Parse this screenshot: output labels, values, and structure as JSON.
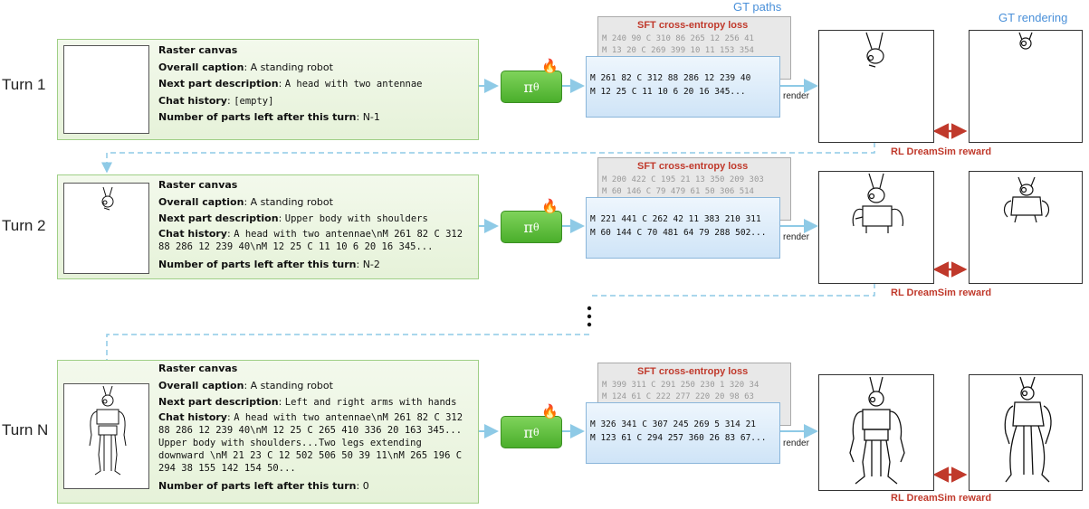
{
  "headers": {
    "gt_paths": "GT paths",
    "gt_rendering": "GT rendering"
  },
  "labels": {
    "raster_canvas": "Raster canvas",
    "overall_caption": "Overall caption",
    "next_part": "Next part description",
    "chat_history": "Chat history",
    "parts_left": "Number of parts left after this turn",
    "sft_loss": "SFT cross-entropy loss",
    "render": "render",
    "rl_reward": "RL DreamSim reward",
    "policy": "π",
    "policy_sub": "θ",
    "fire_icon": "🔥"
  },
  "turns": [
    {
      "label": "Turn 1",
      "caption": "A standing robot",
      "next_part": "A head with two antennae",
      "chat_history": "[empty]",
      "parts_left": "N-1",
      "gt_lines": [
        "M 240 90 C 310 86 265 12 256 41",
        "M 13 20 C 269 399 10 11 153 354"
      ],
      "pred_lines": [
        "M 261 82 C 312 88 286 12 239 40",
        "M 12 25 C 11 10 6 20 16 345..."
      ]
    },
    {
      "label": "Turn 2",
      "caption": "A standing robot",
      "next_part": "Upper body with shoulders",
      "chat_history": "A head with two antennae\\nM 261 82 C 312 88 286 12 239 40\\nM 12 25 C 11 10 6 20 16 345...",
      "parts_left": "N-2",
      "gt_lines": [
        "M 200 422 C 195 21 13 350 209 303",
        "M 60 146 C 79 479 61 50 306 514"
      ],
      "pred_lines": [
        "M 221 441 C 262 42 11 383 210 311",
        "M 60 144 C 70 481 64 79 288 502..."
      ]
    },
    {
      "label": "Turn N",
      "caption": "A standing robot",
      "next_part": "Left and right arms with hands",
      "chat_history": "A head with two antennae\\nM 261 82 C 312 88 286 12 239 40\\nM 12 25 C 265 410 336 20 163 345... Upper body with shoulders...Two legs extending downward \\nM 21 23 C 12 502 506 50 39 11\\nM 265 196 C 294 38 155 142 154 50...",
      "parts_left": "0",
      "gt_lines": [
        "M 399 311 C 291 250 230 1 320 34",
        "M 124 61 C 222 277 220 20 98 63"
      ],
      "pred_lines": [
        "M 326 341 C 307 245 269 5 314 21",
        "M 123 61 C 294 257 360 26 83 67..."
      ]
    }
  ],
  "colors": {
    "reward_arrow": "#c0392b",
    "flow_arrow": "#8ecae6",
    "policy_green": "#5cbf3a",
    "header_blue": "#4a90d9"
  }
}
